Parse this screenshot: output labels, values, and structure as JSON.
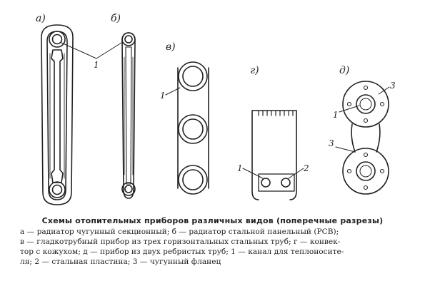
{
  "figure": {
    "labels": {
      "a": "а)",
      "b": "б)",
      "v": "в)",
      "g": "г)",
      "d": "д)",
      "callout_1": "1",
      "callout_2": "2",
      "callout_3": "3"
    }
  },
  "caption": {
    "title": "Схемы отопительных приборов различных видов (поперечные разрезы)",
    "lines": [
      "а — радиатор чугунный секционный; б — радиатор стальной панельный (РСВ);",
      "в — гладкотрубный прибор из трех горизонтальных стальных труб; г — конвек-",
      "тор с кожухом; д — прибор из двух ребристых труб; 1 — канал для теплоносите-",
      "ля; 2 — стальная пластина; 3 — чугунный фланец"
    ]
  }
}
